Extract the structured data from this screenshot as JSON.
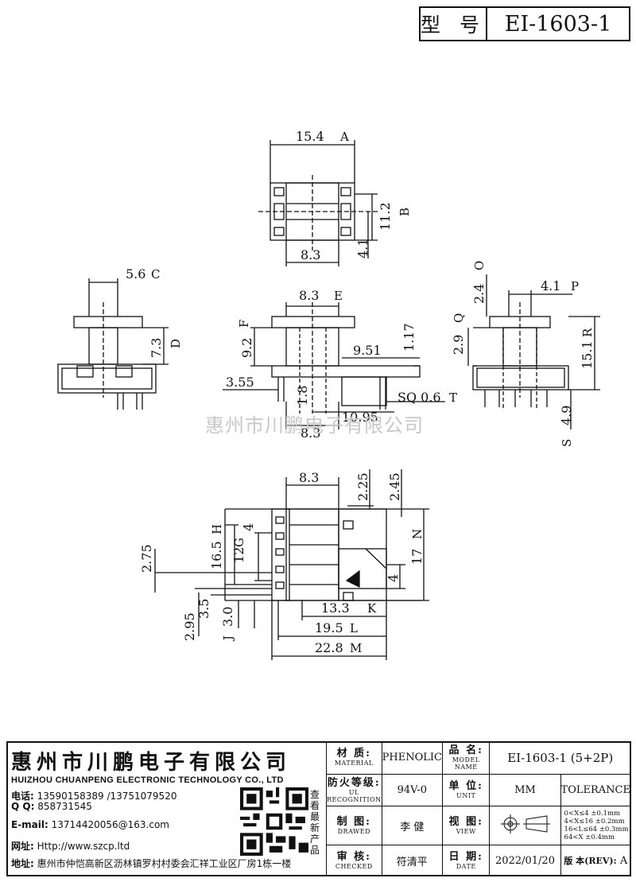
{
  "header": {
    "type_label": "型 号",
    "model": "EI-1603-1"
  },
  "dimensions": {
    "top_view": {
      "width": "15.4",
      "width_tag": "A",
      "height": "11.2",
      "height_tag": "B",
      "inner_w": "8.3",
      "offset": "4.1"
    },
    "left_view": {
      "width": "5.6",
      "width_tag": "C",
      "height": "7.3",
      "height_tag": "D"
    },
    "front_view": {
      "top_w": "8.3",
      "top_tag": "E",
      "h1": "9.2",
      "h1_tag": "F",
      "d1": "3.55",
      "d2": "1.8",
      "d3": "8.3",
      "d4": "9.51",
      "d5": "1.17",
      "d6": "10.95",
      "pin": "SQ 0.6",
      "pin_tag": "T"
    },
    "right_view": {
      "w": "4.1",
      "w_tag": "P",
      "h1": "2.4",
      "h1_tag": "O",
      "h2": "2.9",
      "h2_tag": "Q",
      "h3": "15.1",
      "h3_tag": "R",
      "h4": "4.9",
      "h4_tag": "S"
    },
    "bottom_view": {
      "w1": "8.3",
      "d1": "2.25",
      "d2": "2.45",
      "h1": "16.5",
      "h1_tag": "H",
      "h2": "12",
      "h2_tag": "G",
      "h3": "4",
      "h4": "17",
      "h4_tag": "N",
      "h5": "4",
      "h6": "2.75",
      "h7": "3.5",
      "h8": "3.0",
      "h8_tag": "J",
      "h9": "2.95",
      "w2": "13.3",
      "w2_tag": "K",
      "w3": "19.5",
      "w3_tag": "L",
      "w4": "22.8",
      "w4_tag": "M"
    }
  },
  "watermark": "惠州市川鹏电子有限公司",
  "company": {
    "name_cn": "惠州市川鹏电子有限公司",
    "name_en": "HUIZHOU CHUANPENG ELECTRONIC TECHNOLOGY CO., LTD",
    "phone_label": "电话:",
    "phone": "13590158389  /13751079520",
    "qq_label": "Q Q:",
    "qq": "858731545",
    "email_label": "E-mail:",
    "email": "13714420056@163.com",
    "web_label": "网址:",
    "web": "Http://www.szcp.ltd",
    "addr_label": "地址:",
    "addr": "惠州市仲恺高新区沥林镇罗村村委会汇祥工业区厂房1栋一楼",
    "qr_caption": "查看最新产品"
  },
  "titleblock": {
    "material_cn": "材 质:",
    "material_en": "MATERIAL",
    "material": "PHENOLIC",
    "model_cn": "品 名:",
    "model_en": "MODEL NAME",
    "model": "EI-1603-1 (5+2P)",
    "flame_cn": "防火等级:",
    "flame_en": "UL RECOGNITION",
    "flame": "94V-0",
    "unit_cn": "单 位:",
    "unit_en": "UNIT",
    "unit": "MM",
    "tolerance": "TOLERANCE",
    "drawn_cn": "制 图:",
    "drawn_en": "DRAWED",
    "drawn": "李 健",
    "view_cn": "视 图:",
    "view_en": "VIEW",
    "tol_lines": [
      "0<X≤4    ±0.1mm",
      "4<X≤16   ±0.2mm",
      "16<L≤64  ±0.3mm",
      "64<X     ±0.4mm"
    ],
    "checked_cn": "审 核:",
    "checked_en": "CHECKED",
    "checked": "符清平",
    "date_cn": "日 期:",
    "date_en": "DATE",
    "date": "2022/01/20",
    "rev_label": "版 本(REV):",
    "rev": "A"
  }
}
